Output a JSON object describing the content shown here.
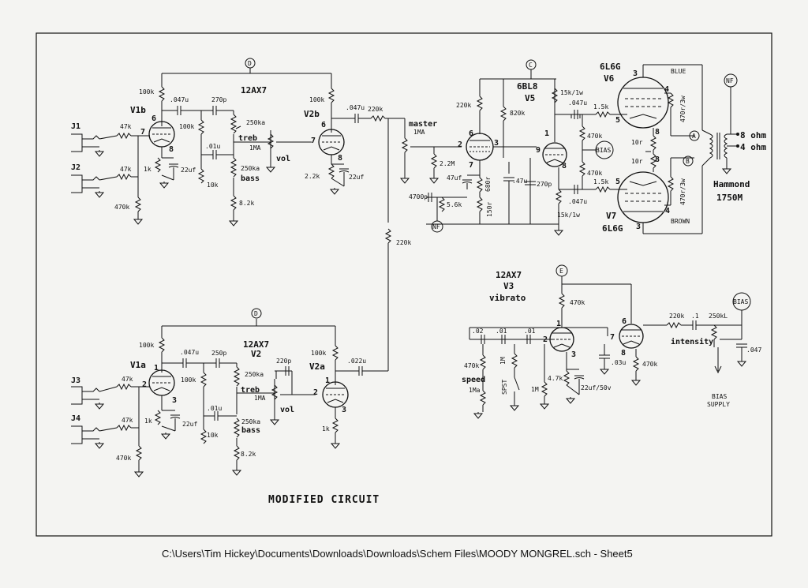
{
  "sheet_title": "MODIFIED CIRCUIT",
  "file_path": "C:\\Users\\Tim Hickey\\Documents\\Downloads\\Downloads\\Schem Files\\MOODY MONGREL.sch  -  Sheet5",
  "tubes": {
    "v1b": {
      "ref": "V1b",
      "type": "12AX7",
      "pins": [
        "6",
        "7",
        "8"
      ]
    },
    "v2b": {
      "ref": "V2b",
      "pins": [
        "6",
        "7",
        "8"
      ]
    },
    "v1a": {
      "ref": "V1a",
      "type": "12AX7",
      "pins": [
        "1",
        "2",
        "3"
      ]
    },
    "v2a": {
      "ref": "V2a",
      "type": "V2",
      "pins": [
        "1",
        "2",
        "3"
      ]
    },
    "v5": {
      "ref": "V5",
      "type": "6BL8",
      "pins": [
        "6",
        "7",
        "3",
        "2",
        "1",
        "9",
        "8"
      ]
    },
    "v6": {
      "ref": "V6",
      "type": "6L6G",
      "pins": [
        "3",
        "4",
        "5",
        "8"
      ]
    },
    "v7": {
      "ref": "V7",
      "type": "6L6G",
      "pins": [
        "5",
        "4",
        "3",
        "8"
      ]
    },
    "v3": {
      "ref": "V3",
      "type": "12AX7",
      "function": "vibrato",
      "pins": [
        "1",
        "2",
        "3",
        "6",
        "7",
        "8"
      ]
    }
  },
  "jacks": [
    "J1",
    "J2",
    "J3",
    "J4"
  ],
  "nodes": {
    "d": "D",
    "c": "C",
    "e": "E",
    "a": "A",
    "b": "B",
    "nf": "NF",
    "bias": "BIAS"
  },
  "components": {
    "r100k": "100k",
    "c047u": ".047u",
    "c270p": "270p",
    "c250p": "250p",
    "p250ka": "250ka",
    "treb": "treb",
    "bass": "bass",
    "vol": "vol",
    "p1ma": "1MA",
    "r47k": "47k",
    "r1k": "1k",
    "c22uf": "22uf",
    "c01u": ".01u",
    "r10k": "10k",
    "r82k": "8.2k",
    "r470k": "470k",
    "r22k": "2.2k",
    "r220k": "220k",
    "c022u": ".022u",
    "c220p": "220p",
    "master": "master",
    "r22m": "2.2M",
    "c47uf": "47uf",
    "r680": "680r",
    "c4700p": "4700p",
    "r56k": "5.6k",
    "r150r": "150r",
    "c47u": ".47u",
    "r820k": "820k",
    "r15k1w": "15k/1w",
    "r15k": "1.5k",
    "r10r": "10r",
    "r470r3w": "470r/3w",
    "blue": "BLUE",
    "brown": "BROWN",
    "ohm8": "8 ohm",
    "ohm4": "4 ohm",
    "hammond": "Hammond",
    "model": "1750M",
    "c02": ".02",
    "c01": ".01",
    "speed": "speed",
    "r1ma_speed": "1Ma",
    "spst": "SPST",
    "r1m": "1M",
    "r47k2": "4.7k",
    "c22uf50v": "22uf/50v",
    "c03u": ".03u",
    "c1": ".1",
    "p250kl": "250kL",
    "intensity": "intensity",
    "bias_supply_1": "BIAS",
    "bias_supply_2": "SUPPLY",
    "c047": ".047"
  },
  "colors": {
    "ink": "#111111",
    "paper": "#f4f4f2"
  }
}
